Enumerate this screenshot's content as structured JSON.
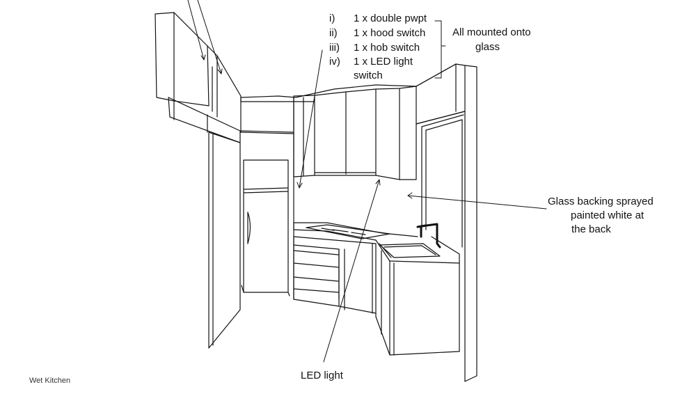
{
  "switch_list": {
    "items": [
      {
        "num": "i)",
        "text": "1 x double pwpt"
      },
      {
        "num": "ii)",
        "text": "1 x hood switch"
      },
      {
        "num": "iii)",
        "text": "1 x hob switch"
      },
      {
        "num": "iv)",
        "text": "1 x LED light"
      }
    ],
    "item4_cont": "switch"
  },
  "mounted_note": {
    "line1": "All mounted onto",
    "line2": "glass"
  },
  "glass_note": {
    "line1": "Glass backing sprayed",
    "line2": "painted white at",
    "line3": "the back"
  },
  "led_label": "LED light",
  "caption": "Wet Kitchen"
}
